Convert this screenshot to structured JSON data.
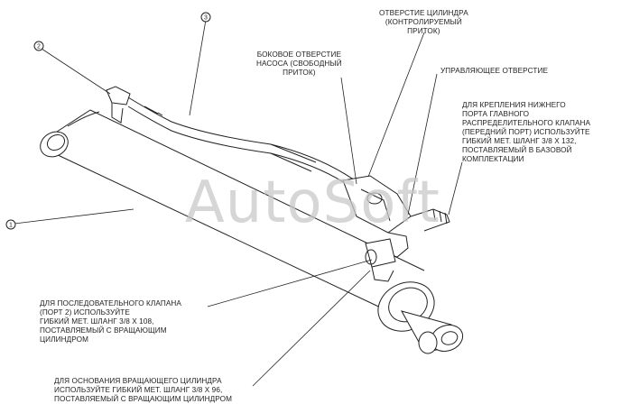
{
  "watermark": "AutoSoft",
  "callouts": {
    "c1": "1",
    "c2": "2",
    "c3": "3"
  },
  "labels": {
    "cylinder_port": "ОТВЕРСТИЕ ЦИЛИНДРА\n(КОНТРОЛИРУЕМЫЙ\nПРИТОК)",
    "side_pump_port": "БОКОВОЕ ОТВЕРСТИЕ\nНАСОСА (СВОБОДНЫЙ\nПРИТОК)",
    "control_port": "УПРАВЛЯЮЩЕЕ ОТВЕРСТИЕ",
    "main_valve": "ДЛЯ КРЕПЛЕНИЯ НИЖНЕГО\nПОРТА ГЛАВНОГО\nРАСПРЕДЕЛИТЕЛЬНОГО КЛАПАНА\n(ПЕРЕДНИЙ ПОРТ) ИСПОЛЬЗУЙТЕ\nГИБКИЙ МЕТ. ШЛАНГ 3/8 Х 132,\nПОСТАВЛЯЕМЫЙ В БАЗОВОЙ\nКОМПЛЕКТАЦИИ",
    "sequence_valve": "ДЛЯ ПОСЛЕДОВАТЕЛЬНОГО КЛАПАНА\n(ПОРТ 2) ИСПОЛЬЗУЙТЕ\nГИБКИЙ МЕТ. ШЛАНГ 3/8 Х 108,\nПОСТАВЛЯЕМЫЙ С ВРАЩАЮЩИМ\nЦИЛИНДРОМ",
    "rotating_base": "ДЛЯ ОСНОВАНИЯ ВРАЩАЮЩЕГО ЦИЛИНДРА\nИСПОЛЬЗУЙТЕ ГИБКИЙ МЕТ. ШЛАНГ 3/8 Х 96,\nПОСТАВЛЯЕМЫЙ С ВРАЩАЮЩИМ ЦИЛИНДРОМ"
  }
}
